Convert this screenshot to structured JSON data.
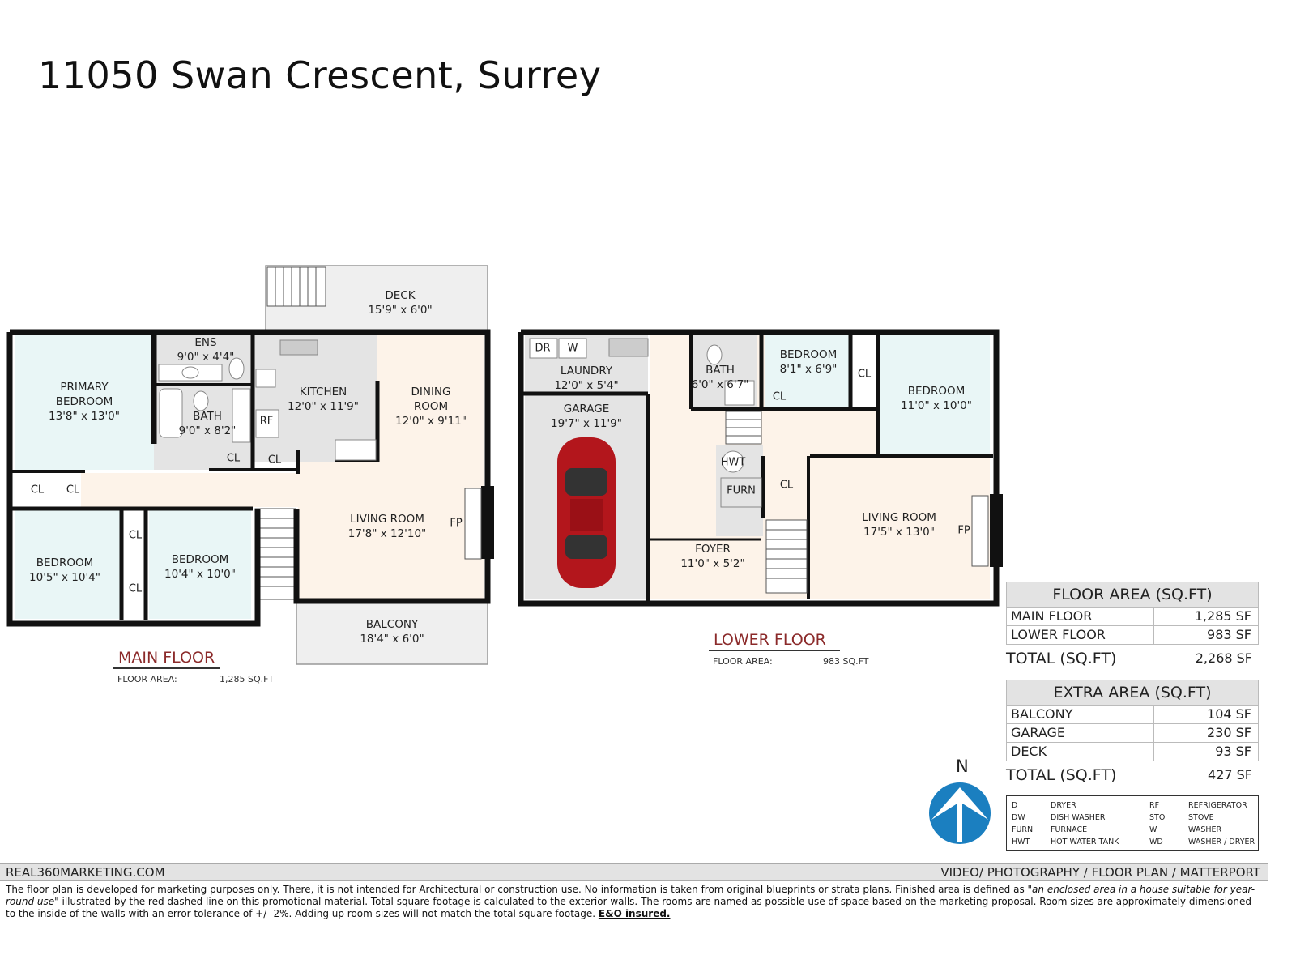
{
  "title": "11050 Swan Crescent, Surrey",
  "main_floor": {
    "name": "MAIN FLOOR",
    "area_label": "FLOOR AREA:",
    "area_value": "1,285 SQ.FT",
    "rooms": [
      {
        "name": "DECK",
        "dims": "15'9\" x 6'0\""
      },
      {
        "name": "ENS",
        "dims": "9'0\" x 4'4\""
      },
      {
        "name": "PRIMARY\nBEDROOM",
        "dims": "13'8\" x 13'0\""
      },
      {
        "name": "KITCHEN",
        "dims": "12'0\" x 11'9\""
      },
      {
        "name": "DINING\nROOM",
        "dims": "12'0\" x 9'11\""
      },
      {
        "name": "BATH",
        "dims": "9'0\" x 8'2\""
      },
      {
        "name": "LIVING ROOM",
        "dims": "17'8\" x 12'10\""
      },
      {
        "name": "BEDROOM",
        "dims": "10'5\" x 10'4\""
      },
      {
        "name": "BEDROOM",
        "dims": "10'4\" x 10'0\""
      },
      {
        "name": "BALCONY",
        "dims": "18'4\" x 6'0\""
      }
    ],
    "tags": [
      "RF",
      "CL",
      "CL",
      "CL",
      "CL",
      "CL",
      "CL",
      "FP"
    ]
  },
  "lower_floor": {
    "name": "LOWER FLOOR",
    "area_label": "FLOOR AREA:",
    "area_value": "983 SQ.FT",
    "rooms": [
      {
        "name": "LAUNDRY",
        "dims": "12'0\" x 5'4\""
      },
      {
        "name": "GARAGE",
        "dims": "19'7\" x 11'9\""
      },
      {
        "name": "BATH",
        "dims": "6'0\" x 6'7\""
      },
      {
        "name": "BEDROOM",
        "dims": "8'1\" x 6'9\""
      },
      {
        "name": "BEDROOM",
        "dims": "11'0\" x 10'0\""
      },
      {
        "name": "LIVING ROOM",
        "dims": "17'5\" x 13'0\""
      },
      {
        "name": "FOYER",
        "dims": "11'0\" x 5'2\""
      }
    ],
    "tags": [
      "DR",
      "W",
      "CL",
      "CL",
      "CL",
      "HWT",
      "FURN",
      "FP"
    ]
  },
  "floor_area_table": {
    "header": "FLOOR AREA (SQ.FT)",
    "rows": [
      {
        "label": "MAIN FLOOR",
        "value": "1,285 SF"
      },
      {
        "label": "LOWER FLOOR",
        "value": "983 SF"
      }
    ],
    "total_label": "TOTAL (SQ.FT)",
    "total_value": "2,268 SF"
  },
  "extra_area_table": {
    "header": "EXTRA AREA (SQ.FT)",
    "rows": [
      {
        "label": "BALCONY",
        "value": "104 SF"
      },
      {
        "label": "GARAGE",
        "value": "230 SF"
      },
      {
        "label": "DECK",
        "value": "93 SF"
      }
    ],
    "total_label": "TOTAL (SQ.FT)",
    "total_value": "427 SF"
  },
  "legend": [
    {
      "abbr": "D",
      "def": "DRYER"
    },
    {
      "abbr": "DW",
      "def": "DISH WASHER"
    },
    {
      "abbr": "FURN",
      "def": "FURNACE"
    },
    {
      "abbr": "HWT",
      "def": "HOT WATER TANK"
    },
    {
      "abbr": "RF",
      "def": "REFRIGERATOR"
    },
    {
      "abbr": "STO",
      "def": "STOVE"
    },
    {
      "abbr": "W",
      "def": "WASHER"
    },
    {
      "abbr": "WD",
      "def": "WASHER / DRYER"
    }
  ],
  "compass": {
    "label": "N",
    "icon": "north-arrow-icon",
    "color": "#1b7fc0"
  },
  "footer": {
    "left": "REAL360MARKETING.COM",
    "right": "VIDEO/ PHOTOGRAPHY / FLOOR PLAN / MATTERPORT",
    "disclaimer_1": "The floor plan is developed for marketing purposes only. There, it is not intended for Architectural or construction use. No information is  taken from original blueprints or strata plans. Finished area is defined as ",
    "disclaimer_quote": "\"an enclosed area in a house suitable for year-round use\"",
    "disclaimer_2": " illustrated by the red dashed line on this promotional material. Total square footage is calculated to the exterior walls. The rooms are named as possible use of space based on the marketing proposal. Room sizes are approximately dimensioned to the inside of the walls with an error tolerance of +/- 2%. Adding up room sizes will not match the total square footage. ",
    "disclaimer_bold": "E&O insured."
  },
  "colors": {
    "bedroom_fill": "#e9f6f6",
    "living_fill": "#fdf3e9",
    "wet_fill": "#e4e4e4",
    "outdoor_fill": "#efefef",
    "wall": "#111111",
    "floor_name": "#8b2a2a",
    "car": "#b3161c"
  }
}
